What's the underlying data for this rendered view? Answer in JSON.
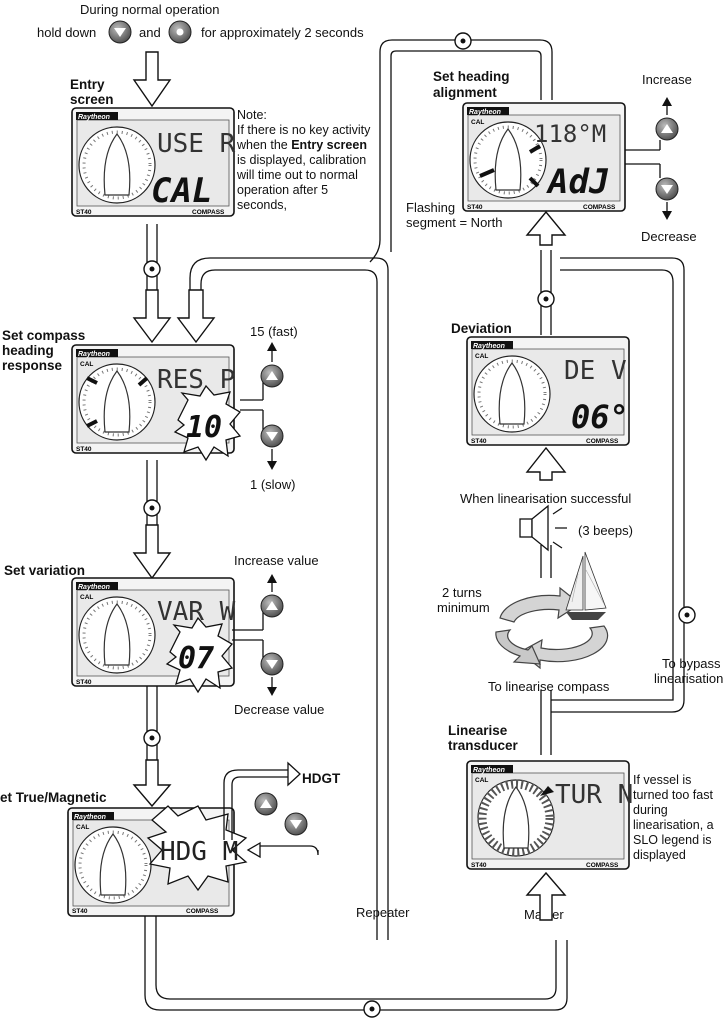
{
  "header": {
    "line1": "During normal operation",
    "hold_down": "hold down",
    "and": "and",
    "duration": "for approximately 2 seconds"
  },
  "device": {
    "brand": "Raytheon",
    "model": "ST40",
    "type": "COMPASS",
    "cal_tag": "CAL"
  },
  "screens": {
    "entry": {
      "title_line1": "Entry",
      "title_line2": "screen",
      "top": "USE R",
      "bottom": "CAL"
    },
    "response": {
      "title_line1": "Set compass",
      "title_line2": "heading",
      "title_line3": "response",
      "top": "RES P",
      "value": "10",
      "up_label": "15 (fast)",
      "down_label": "1 (slow)"
    },
    "variation": {
      "title": "Set variation",
      "top": "VAR W",
      "value": "07",
      "up_label": "Increase value",
      "down_label": "Decrease value"
    },
    "true_mag": {
      "title": "et True/Magnetic",
      "value": "HDG M",
      "alt_label": "HDGT"
    },
    "alignment": {
      "title_line1": "Set heading",
      "title_line2": "alignment",
      "top": "118°M",
      "bottom": "AdJ",
      "up_label": "Increase",
      "down_label": "Decrease",
      "flash_line1": "Flashing",
      "flash_line2": "segment = North"
    },
    "deviation": {
      "title": "Deviation",
      "top": "DE V",
      "bottom": "06°"
    },
    "linearise": {
      "title_line1": "Linearise",
      "title_line2": "transducer",
      "top": "TUR N"
    }
  },
  "note": {
    "heading": "Note:",
    "text_a": "If there is no key activity when the",
    "text_bold": "Entry screen",
    "text_b": "is displayed, calibration will time out to normal operation after 5 seconds,"
  },
  "labels": {
    "success": "When linearisation successful",
    "beeps": "(3 beeps)",
    "turns_line1": "2 turns",
    "turns_line2": "minimum",
    "linearise_compass": "To linearise compass",
    "bypass_line1": "To bypass",
    "bypass_line2": "linearisation",
    "repeater": "Repeater",
    "master": "Master",
    "slo_note": "If vessel is turned too fast during linearisation, a SLO legend is displayed"
  }
}
